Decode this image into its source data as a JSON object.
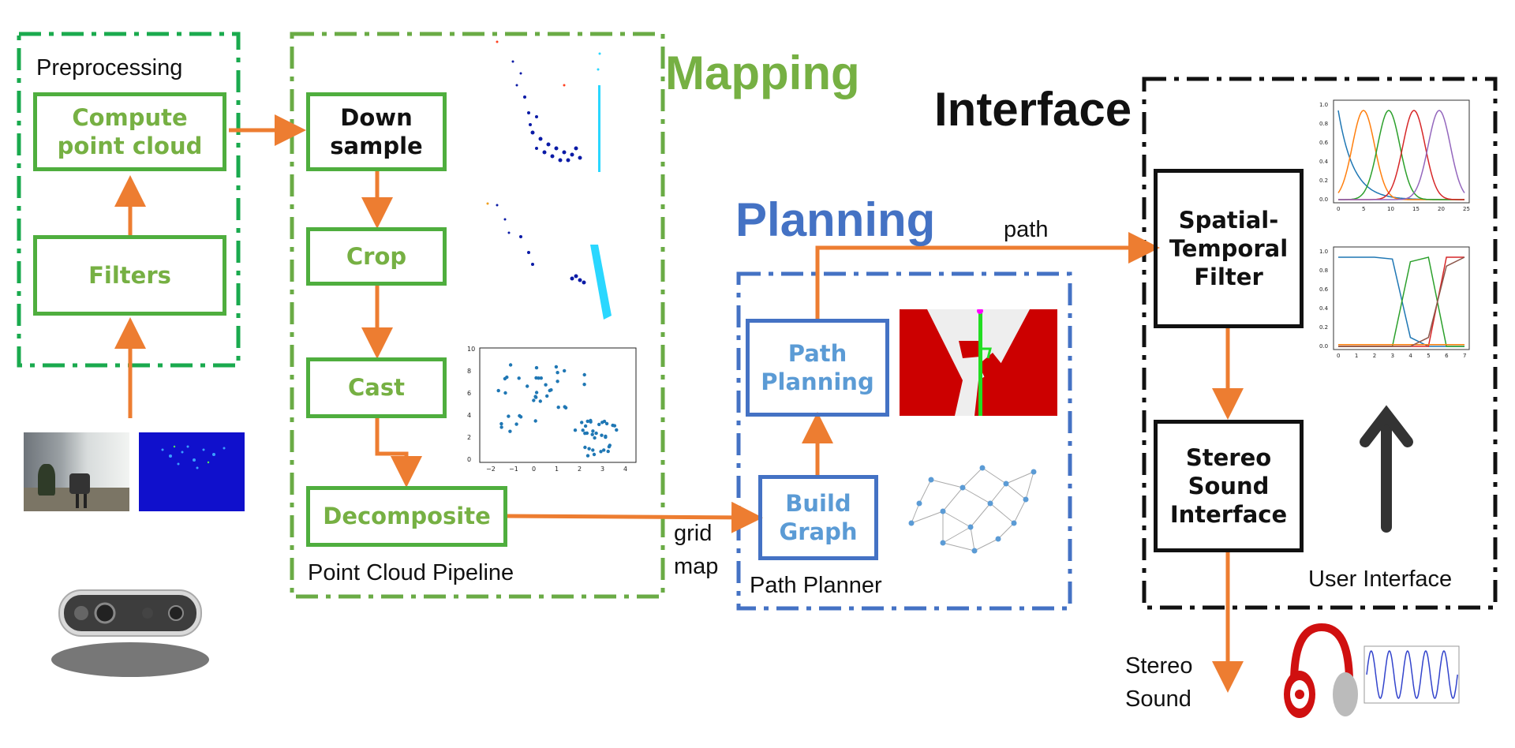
{
  "sections": {
    "preprocessing": "Preprocessing",
    "mapping": "Mapping",
    "point_cloud_pipeline": "Point Cloud Pipeline",
    "planning": "Planning",
    "path_planner": "Path Planner",
    "interface": "Interface",
    "user_interface": "User Interface"
  },
  "boxes": {
    "compute_point_cloud": "Compute point cloud",
    "filters": "Filters",
    "down_sample": "Down sample",
    "crop": "Crop",
    "cast": "Cast",
    "decomposite": "Decomposite",
    "path_planning": "Path Planning",
    "build_graph": "Build Graph",
    "spatial_temporal_filter": "Spatial-Temporal Filter",
    "stereo_sound_interface": "Stereo Sound Interface"
  },
  "labels": {
    "grid_map_1": "grid",
    "grid_map_2": "map",
    "path": "path",
    "stereo_sound_1": "Stereo",
    "stereo_sound_2": "Sound"
  },
  "scatter_ticks": {
    "x": [
      "−2",
      "−1",
      "0",
      "1",
      "2",
      "3",
      "4"
    ],
    "y": [
      "0",
      "2",
      "4",
      "6",
      "8",
      "10"
    ]
  },
  "plot1_ticks": {
    "x": [
      "0",
      "5",
      "10",
      "15",
      "20",
      "25"
    ],
    "y": [
      "0.0",
      "0.2",
      "0.4",
      "0.6",
      "0.8",
      "1.0"
    ]
  },
  "plot2_ticks": {
    "x": [
      "0",
      "1",
      "2",
      "3",
      "4",
      "5",
      "6",
      "7"
    ],
    "y": [
      "0.0",
      "0.2",
      "0.4",
      "0.6",
      "0.8",
      "1.0"
    ]
  },
  "colors": {
    "green_box": "#4fae3e",
    "green_text": "#76b043",
    "blue_box": "#4472c4",
    "blue_text": "#5b9bd5",
    "orange_arrow": "#ed7d31",
    "black": "#111111"
  }
}
